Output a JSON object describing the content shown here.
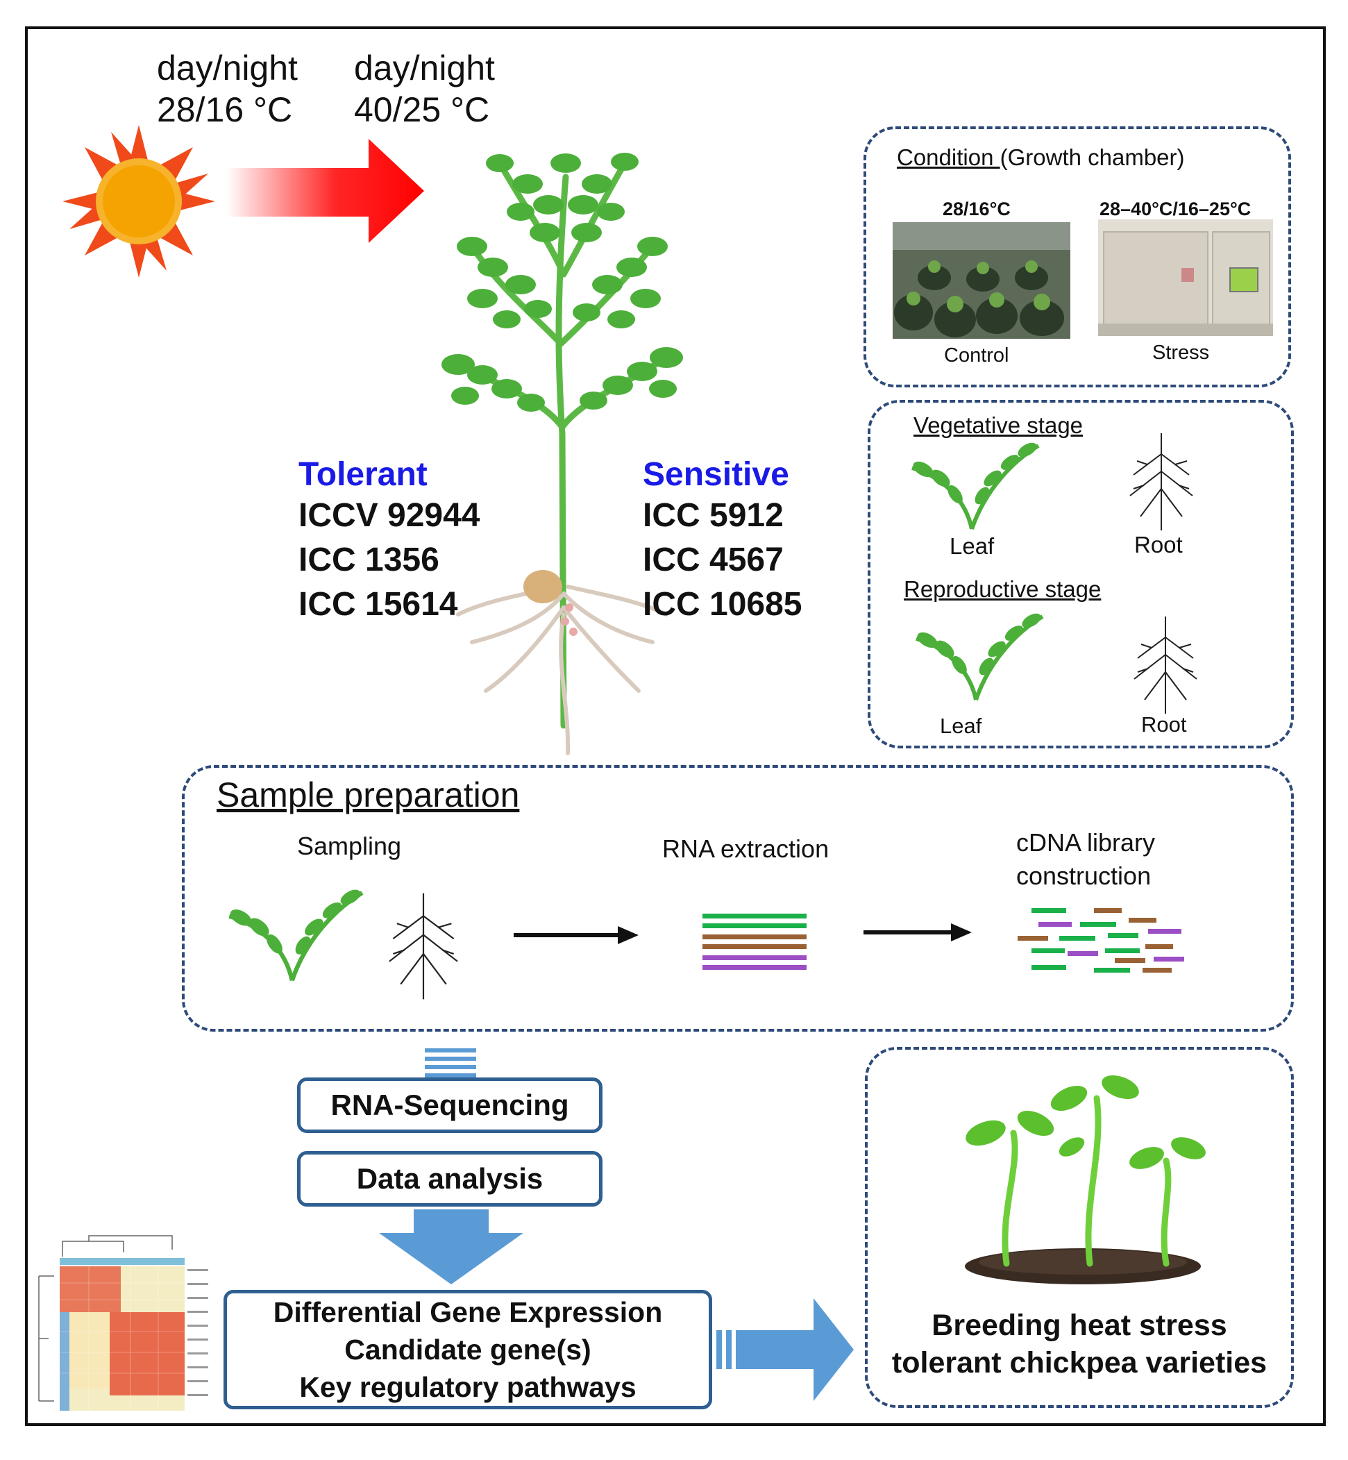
{
  "temperatures": {
    "control": {
      "label": "day/night",
      "value": "28/16 °C"
    },
    "stress": {
      "label": "day/night",
      "value": "40/25 °C"
    }
  },
  "genotypes": {
    "tolerant": {
      "heading": "Tolerant",
      "lines": [
        "ICCV 92944",
        "ICC 1356",
        "ICC 15614"
      ]
    },
    "sensitive": {
      "heading": "Sensitive",
      "lines": [
        "ICC 5912",
        "ICC 4567",
        "ICC 10685"
      ]
    }
  },
  "condition_panel": {
    "title_underlined": "Condition ",
    "title_rest": "(Growth chamber)",
    "control_temp": "28/16°C",
    "stress_temp": "28–40°C/16–25°C",
    "control_label": "Control",
    "stress_label": "Stress"
  },
  "stages_panel": {
    "vegetative": "Vegetative stage",
    "reproductive": "Reproductive stage",
    "leaf": "Leaf",
    "root": "Root"
  },
  "sample_prep": {
    "title": "Sample preparation",
    "sampling": "Sampling",
    "rna_extraction": "RNA extraction",
    "cdna_line1": "cDNA library",
    "cdna_line2": "construction"
  },
  "pipeline": {
    "rna_seq": "RNA-Sequencing",
    "data_analysis": "Data analysis",
    "result_lines": [
      "Differential Gene Expression",
      "Candidate gene(s)",
      "Key regulatory pathways"
    ]
  },
  "outcome": {
    "line1": "Breeding heat stress",
    "line2": "tolerant chickpea varieties"
  },
  "colors": {
    "tolerant_sensitive_heading": "#1a1ae6",
    "dashed_border": "#2e4a7a",
    "box_border": "#2e5f91",
    "arrow_blue": "#5b9bd5",
    "leaf_green": "#4caf3a",
    "heat_arrow": "#ff0000",
    "sun": "#f5a300",
    "strand_green": "#1ab04a",
    "strand_brown": "#9a6234",
    "strand_purple": "#9c4fc4"
  }
}
